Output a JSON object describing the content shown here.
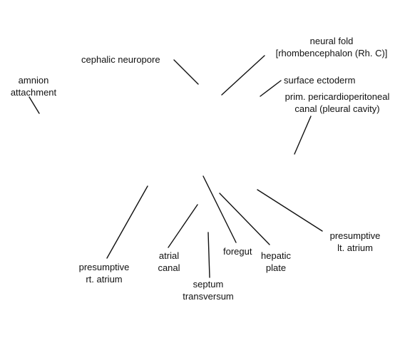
{
  "labels": {
    "amnion_attachment": [
      "amnion",
      "attachment"
    ],
    "cephalic_neuropore": [
      "cephalic neuropore"
    ],
    "neural_fold": [
      "neural fold",
      "[rhombencephalon (Rh. C)]"
    ],
    "surface_ectoderm": [
      "surface ectoderm"
    ],
    "pericardioperitoneal_canal": [
      "prim. pericardioperitoneal",
      "canal (pleural cavity)"
    ],
    "presumptive_rt_atrium": [
      "presumptive",
      "rt. atrium"
    ],
    "atrial_canal": [
      "atrial",
      "canal"
    ],
    "septum_transversum": [
      "septum",
      "transversum"
    ],
    "foregut": [
      "foregut"
    ],
    "hepatic_plate": [
      "hepatic",
      "plate"
    ],
    "presumptive_lt_atrium": [
      "presumptive",
      "lt. atrium"
    ]
  },
  "colors": {
    "line": "#111111",
    "text": "#111111",
    "background": "#ffffff"
  }
}
